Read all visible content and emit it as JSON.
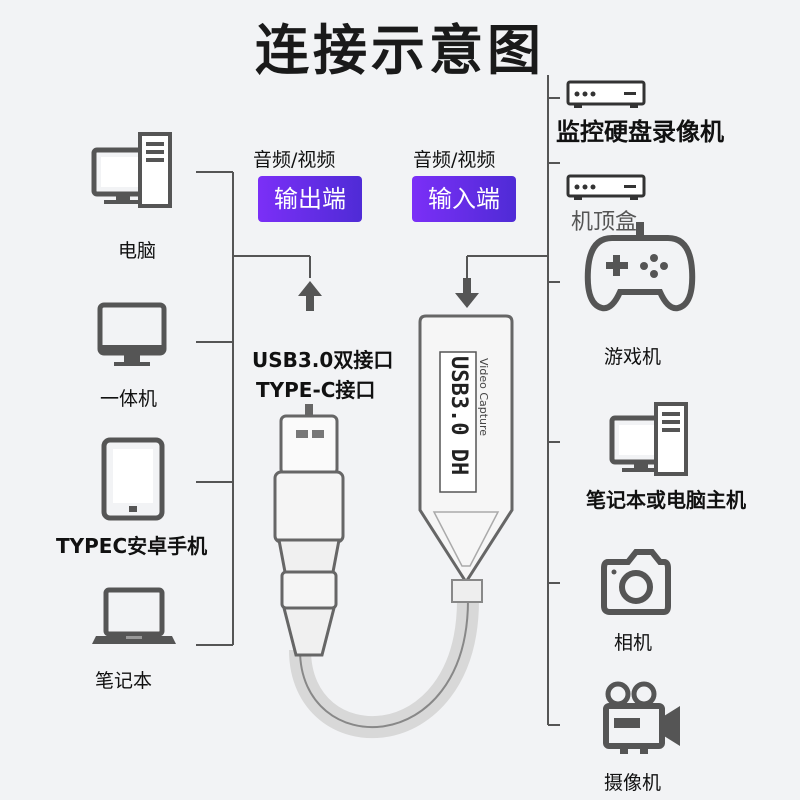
{
  "title": "连接示意图",
  "output_group": {
    "sub": "音频/视频",
    "badge": "输出端"
  },
  "input_group": {
    "sub": "音频/视频",
    "badge": "输入端"
  },
  "connector_label": {
    "line1": "USB3.0双接口",
    "line2": "TYPE-C接口"
  },
  "capture_device": {
    "main_text": "USB3.0  DH",
    "side_text": "Video Capture"
  },
  "left_devices": [
    {
      "label": "电脑",
      "icon": "desktop-computer-icon"
    },
    {
      "label": "一体机",
      "icon": "all-in-one-pc-icon"
    },
    {
      "label": "TYPEC安卓手机",
      "icon": "tablet-phone-icon"
    },
    {
      "label": "笔记本",
      "icon": "laptop-icon"
    }
  ],
  "right_devices": [
    {
      "label": "监控硬盘录像机",
      "icon": "dvr-recorder-icon"
    },
    {
      "label": "机顶盒",
      "icon": "set-top-box-icon"
    },
    {
      "label": "游戏机",
      "icon": "gamepad-icon"
    },
    {
      "label": "笔记本或电脑主机",
      "icon": "desktop-computer-icon"
    },
    {
      "label": "相机",
      "icon": "camera-icon"
    },
    {
      "label": "摄像机",
      "icon": "video-camera-icon"
    }
  ],
  "colors": {
    "accent_start": "#7b2ff7",
    "accent_end": "#4f2bd6",
    "line": "#555555",
    "icon": "#555555"
  }
}
